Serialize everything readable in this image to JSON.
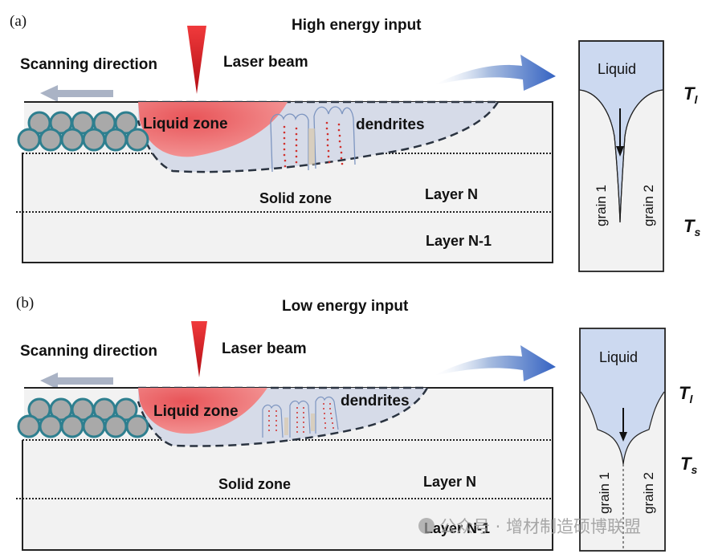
{
  "panels": [
    {
      "letter": "(a)",
      "title": "High energy input",
      "scanning_label": "Scanning direction",
      "laser_label": "Laser beam",
      "liquid_zone_label": "Liquid zone",
      "dendrites_label": "dendrites",
      "solid_zone_label": "Solid zone",
      "layer_n_label": "Layer N",
      "layer_n1_label": "Layer N-1",
      "inset": {
        "liquid_label": "Liquid",
        "grain1_label": "grain 1",
        "grain2_label": "grain 2",
        "t_liquidus": "T",
        "t_liquidus_sub": "l",
        "t_solidus": "T",
        "t_solidus_sub": "s"
      }
    },
    {
      "letter": "(b)",
      "title": "Low energy input",
      "scanning_label": "Scanning direction",
      "laser_label": "Laser beam",
      "liquid_zone_label": "Liquid zone",
      "dendrites_label": "dendrites",
      "solid_zone_label": "Solid zone",
      "layer_n_label": "Layer N",
      "layer_n1_label": "Layer N-1",
      "inset": {
        "liquid_label": "Liquid",
        "grain1_label": "grain 1",
        "grain2_label": "grain 2",
        "t_liquidus": "T",
        "t_liquidus_sub": "l",
        "t_solidus": "T",
        "t_solidus_sub": "s"
      }
    }
  ],
  "watermark": "公众号 · 增材制造硕博联盟",
  "colors": {
    "liquid_zone": "#ea5f62",
    "mushy_zone": "#d6dbe8",
    "solid": "#f2f2f2",
    "powder_fill": "#a9a9a9",
    "powder_stroke": "#2e7f8f",
    "laser": "#d9141c",
    "scan_arrow": "#aab3c5",
    "blue_arrow": "#3d6fc7",
    "inset_liquid": "#ccd9f0",
    "dendrite_dots": "#d0302c"
  }
}
